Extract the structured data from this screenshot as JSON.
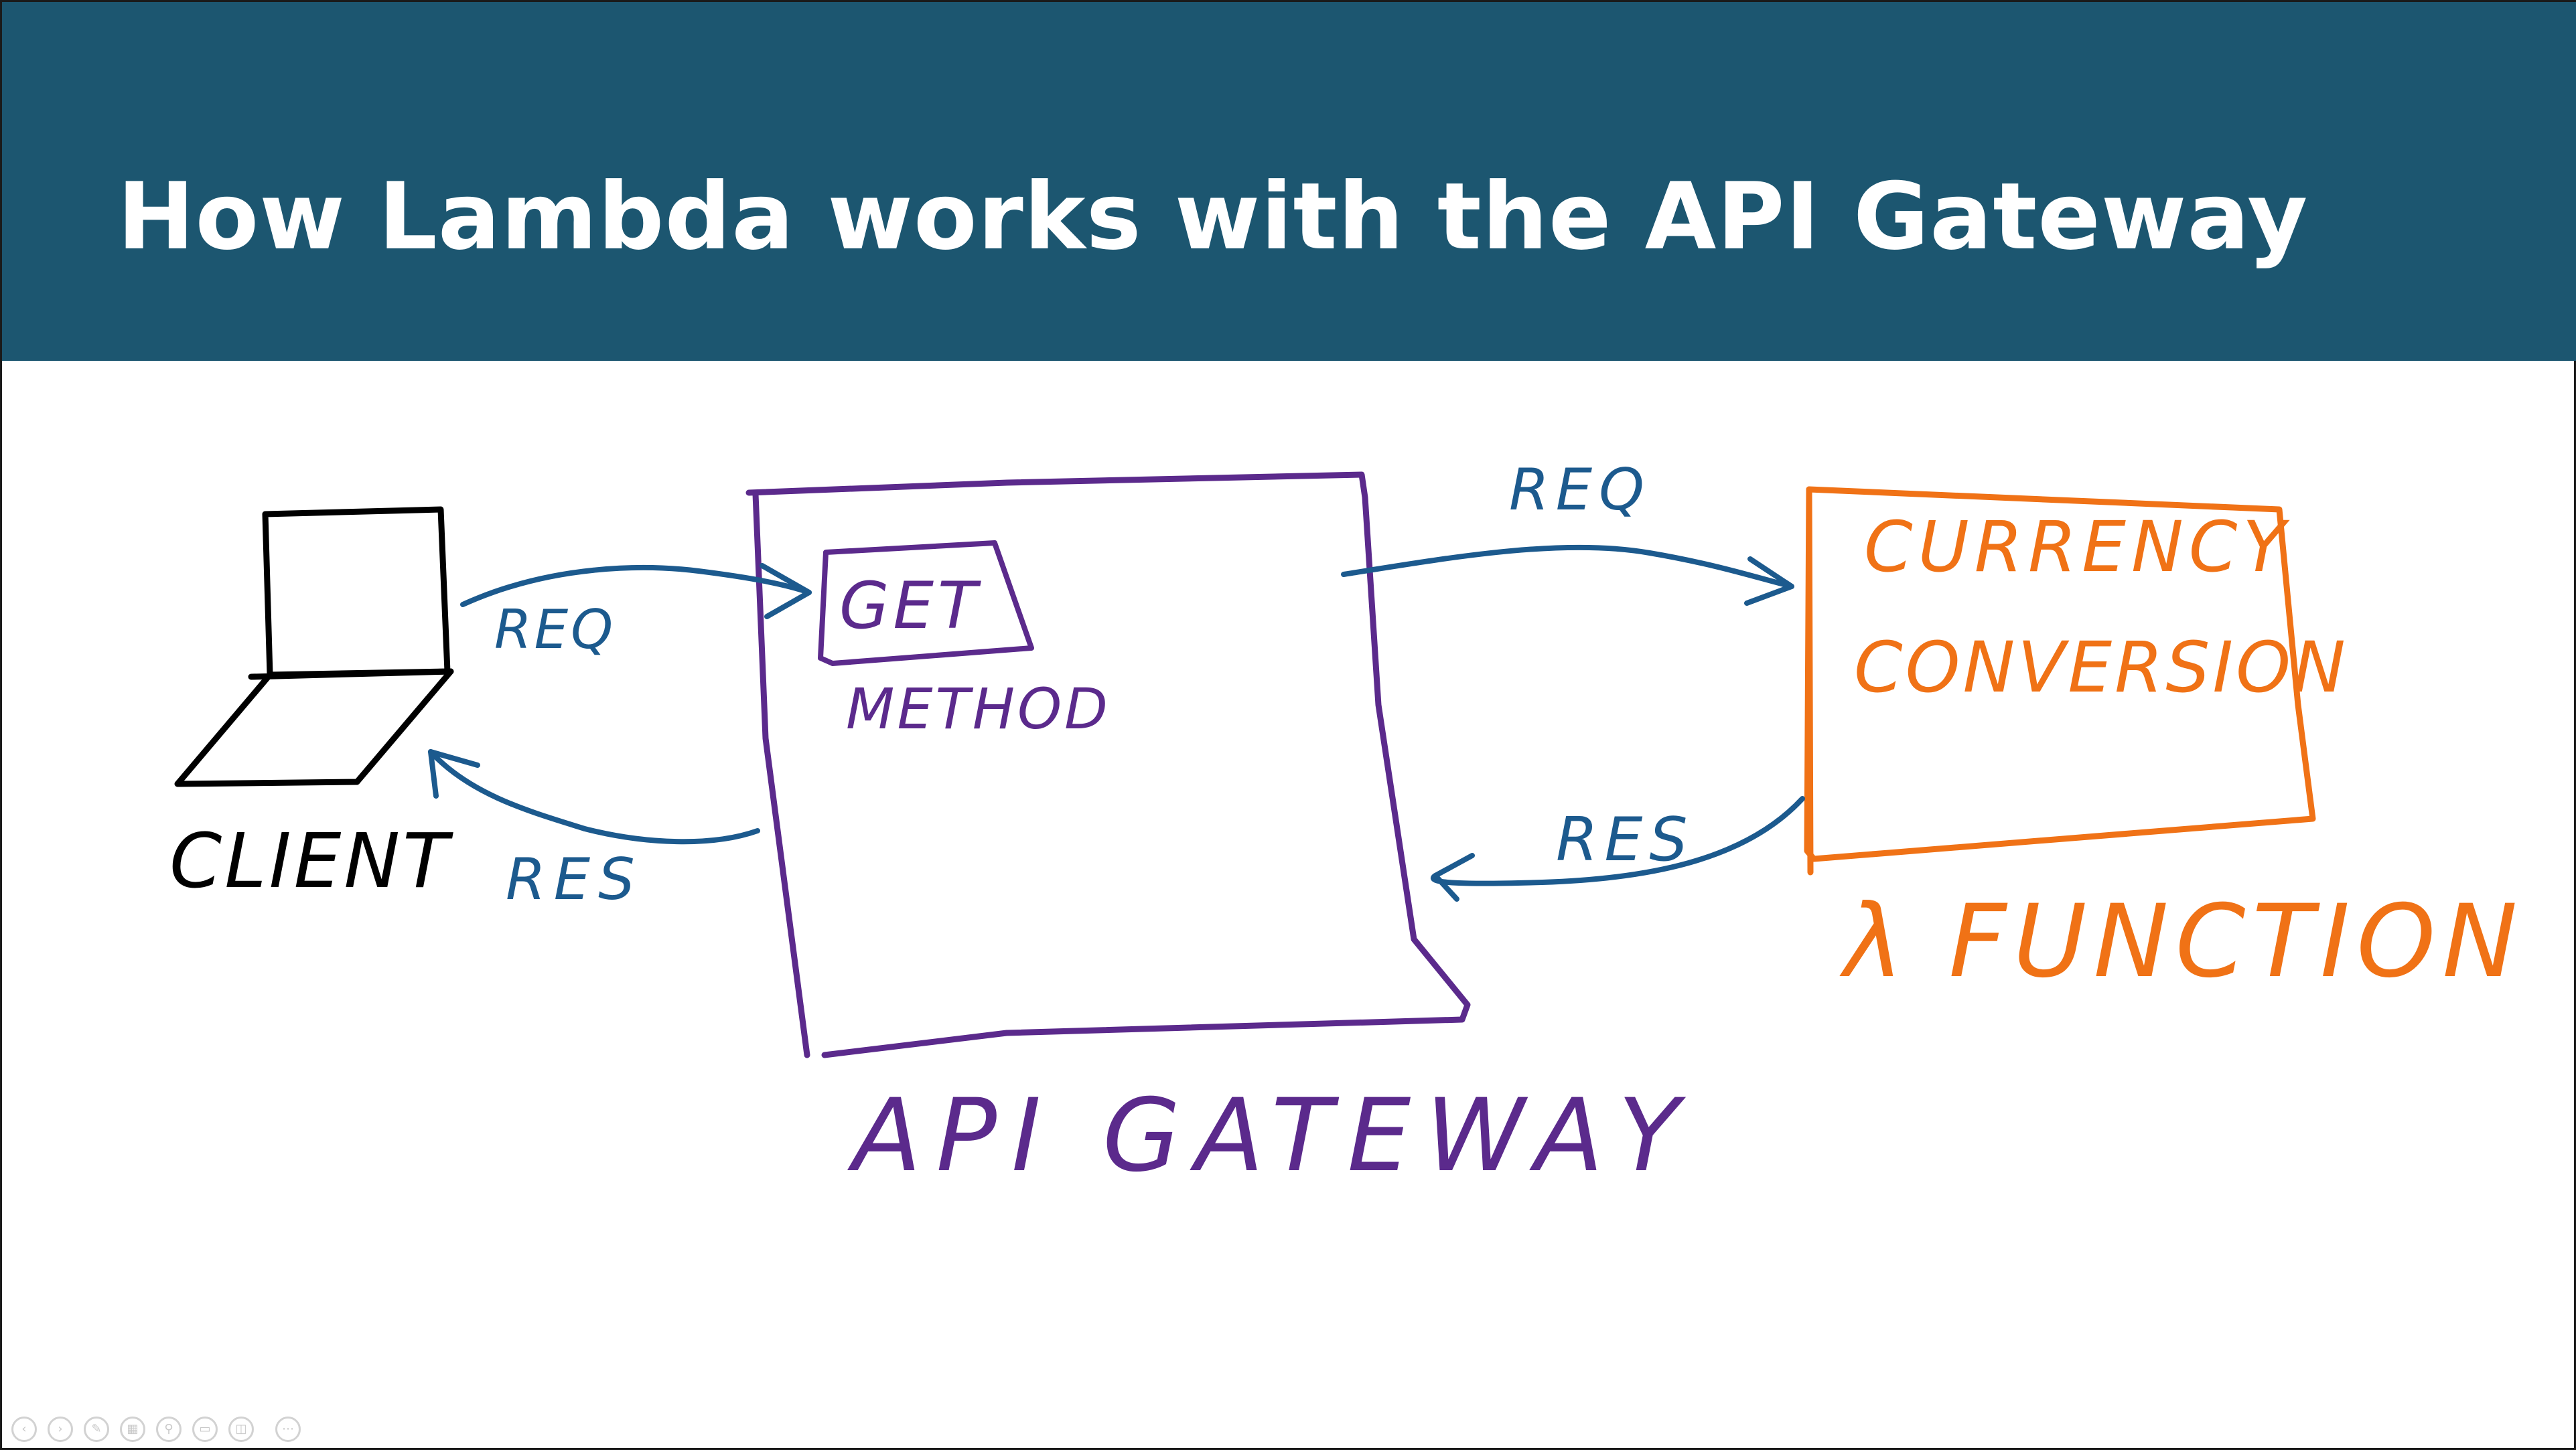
{
  "slide": {
    "title": "How Lambda works with the API Gateway"
  },
  "diagram": {
    "client": {
      "label": "CLIENT",
      "icon": "laptop-icon",
      "color": "#000000"
    },
    "api_gateway": {
      "label": "API GATEWAY",
      "method_box": "GET",
      "method_label": "METHOD",
      "color": "#5b2a8c"
    },
    "lambda": {
      "box_text_line1": "CURRENCY",
      "box_text_line2": "CONVERSION",
      "label": "λ FUNCTION",
      "color": "#f07216"
    },
    "arrows": {
      "client_to_gateway": "REQ",
      "gateway_to_client": "RES",
      "gateway_to_lambda": "REQ",
      "lambda_to_gateway": "RES",
      "color": "#1c5a8e"
    }
  },
  "presenter_toolbar": {
    "icons": [
      "previous-icon",
      "next-icon",
      "pen-icon",
      "slides-icon",
      "zoom-icon",
      "subtitles-icon",
      "screen-icon",
      "more-icon"
    ]
  },
  "colors": {
    "header_bg": "#1c5670",
    "title_text": "#ffffff",
    "background": "#ffffff"
  }
}
